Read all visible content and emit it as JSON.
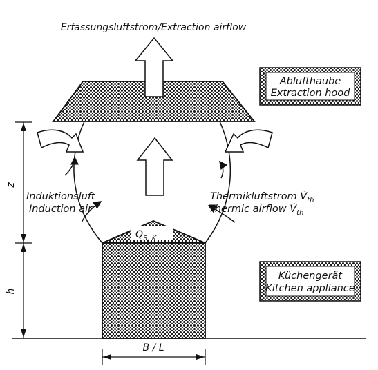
{
  "diagram": {
    "top_label": "Erfassungsluftstrom/Extraction airflow",
    "hood_label": {
      "line1": "Ablufthaube",
      "line2": "Extraction hood"
    },
    "appliance_label": {
      "line1": "Küchengerät",
      "line2": "Kitchen appliance"
    },
    "induction_label": {
      "line1": "Induktionsluft",
      "line2": "Induction air"
    },
    "thermic_label": {
      "line1": "Thermikluftstrom V̇",
      "line1_sub": "th",
      "line2": "Thermic airflow V̇",
      "line2_sub": "th"
    },
    "heat_source_label": {
      "main": "Q",
      "sub": "S, K"
    },
    "dimension_z": "z",
    "dimension_h": "h",
    "dimension_width": "B / L",
    "colors": {
      "ink": "#111111",
      "hatch_dark": "#1a1a1a",
      "background": "#ffffff"
    }
  }
}
